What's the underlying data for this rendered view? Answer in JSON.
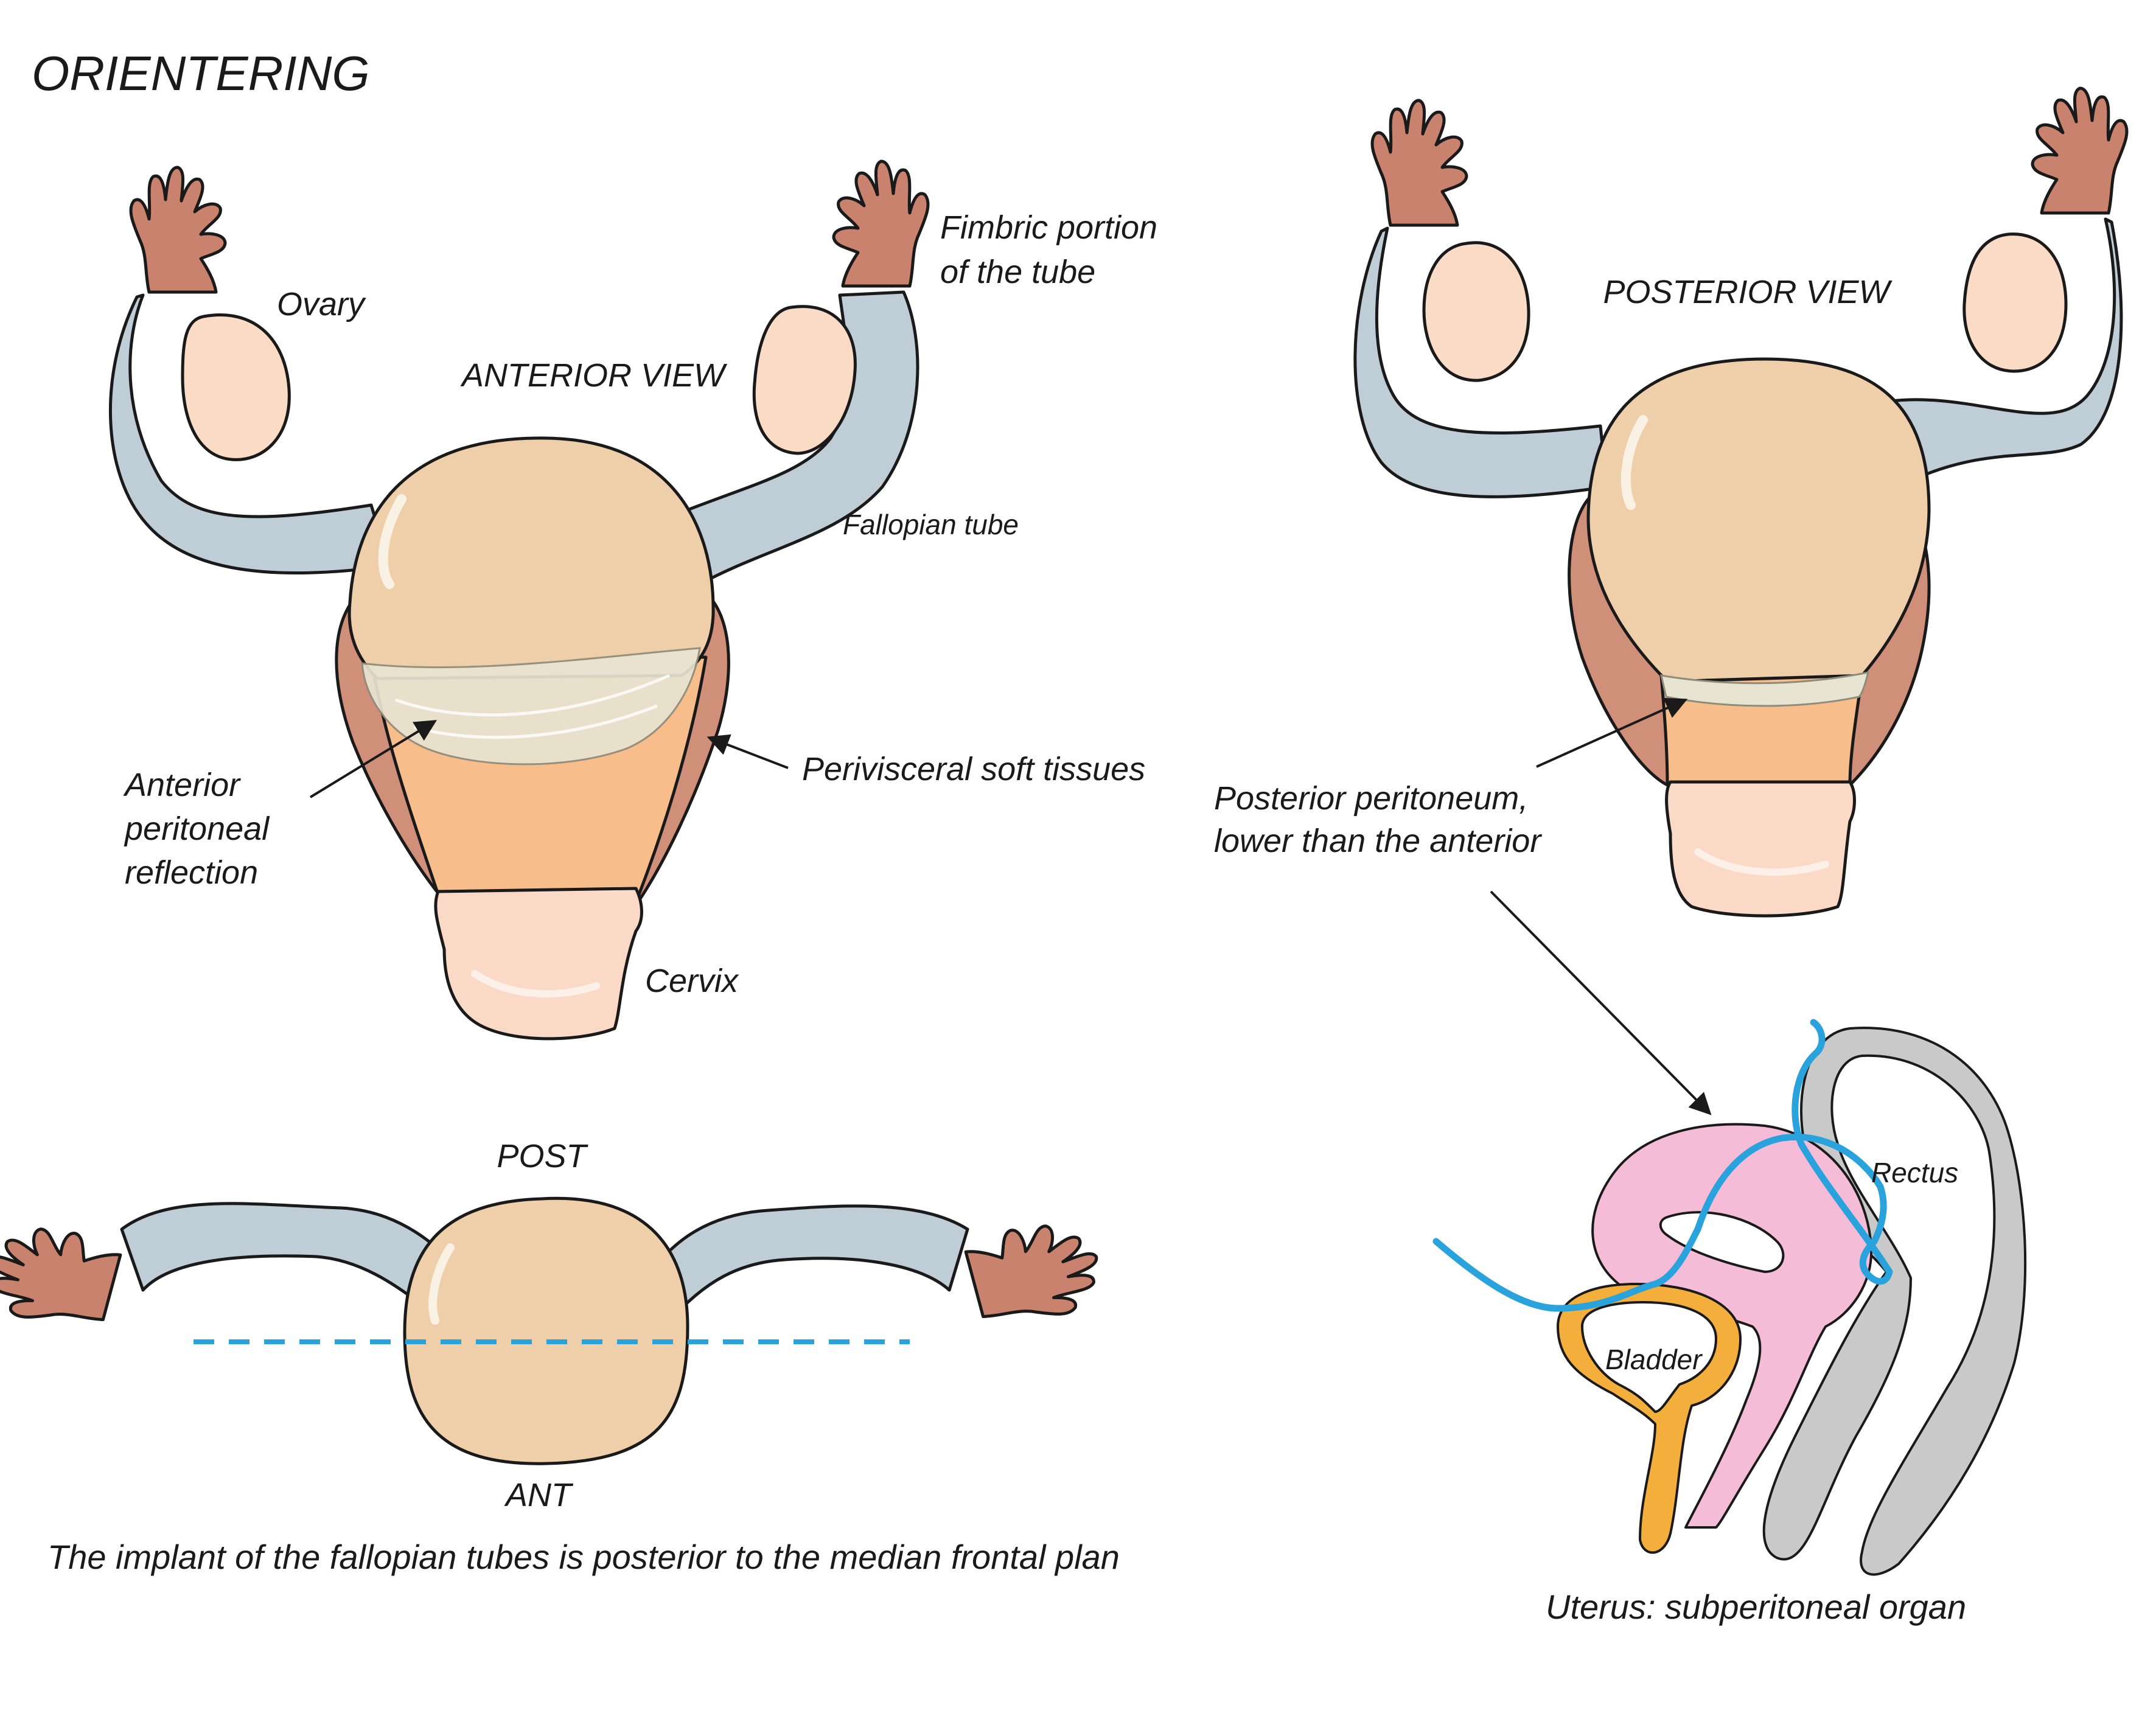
{
  "title": "ORIENTERING",
  "colors": {
    "uterus": "#efcfa9",
    "tube": "#bfcdd6",
    "fimbria": "#c9826d",
    "ovary": "#f9dbc6",
    "parametrium": "#cf8f79",
    "isthmus": "#f7bd8b",
    "cervix": "#fbd9c7",
    "peritoneum_line": "#2aa3dd",
    "bladder": "#f3ae3c",
    "uterus_sagittal": "#f4bcd6",
    "rectum": "#c9c9c9"
  },
  "anterior_view": {
    "heading": "ANTERIOR VIEW",
    "labels": {
      "ovary": "Ovary",
      "fimbric_1": "Fimbric portion",
      "fimbric_2": "of the tube",
      "fallopian": "Fallopian tube",
      "reflection_1": "Anterior",
      "reflection_2": "peritoneal",
      "reflection_3": "reflection",
      "perivisceral": "Perivisceral soft tissues",
      "cervix": "Cervix"
    }
  },
  "posterior_view": {
    "heading": "POSTERIOR VIEW",
    "note_1": "Posterior peritoneum,",
    "note_2": "lower than the anterior"
  },
  "top_view": {
    "post": "POST",
    "ant": "ANT",
    "caption": "The implant of the fallopian tubes is posterior to the median frontal plan"
  },
  "sagittal_view": {
    "bladder": "Bladder",
    "rectus": "Rectus",
    "caption": "Uterus: subperitoneal organ"
  }
}
